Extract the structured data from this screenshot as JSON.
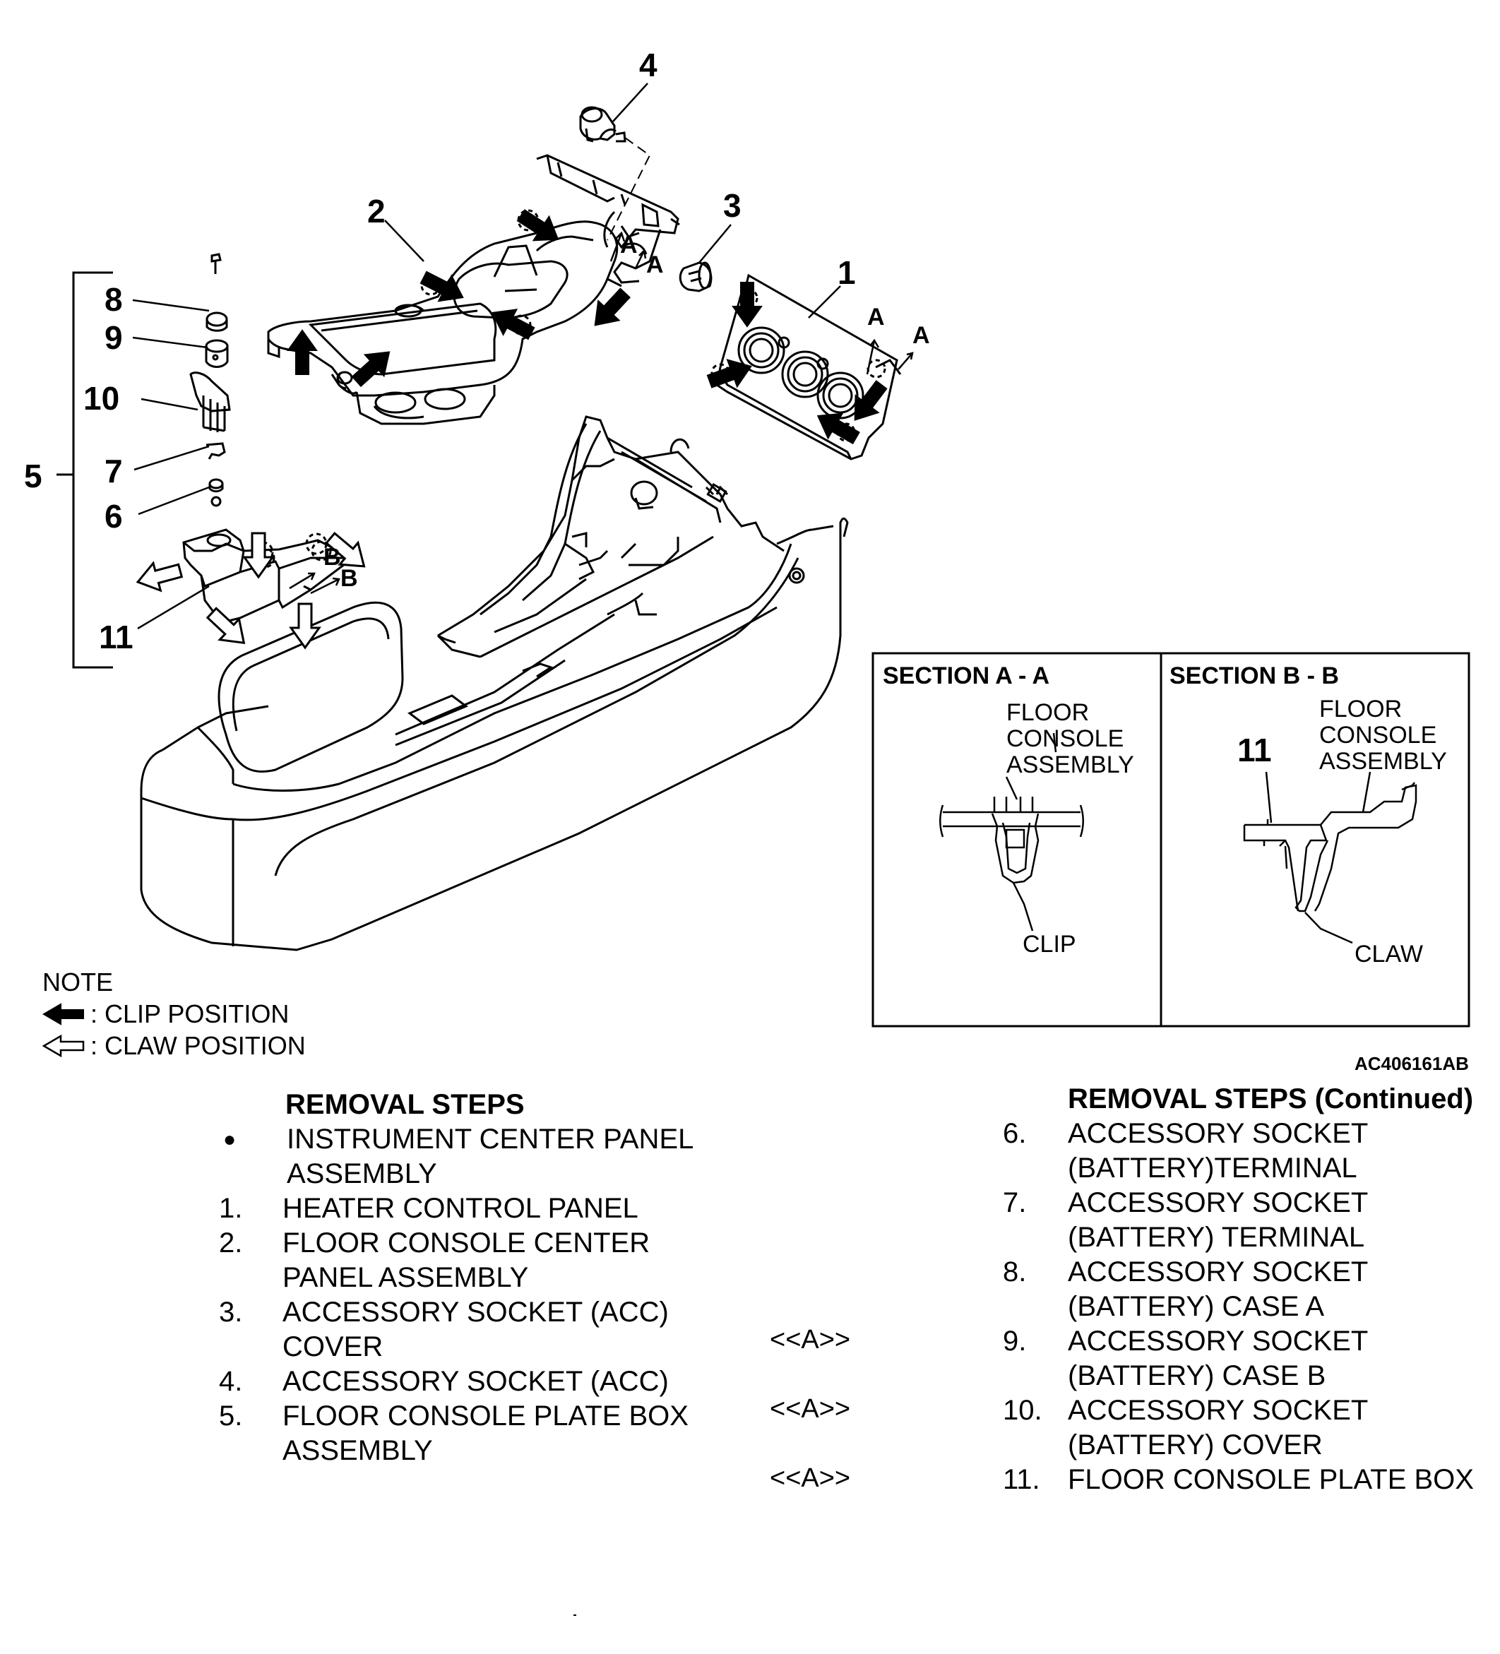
{
  "callouts": {
    "c1": "1",
    "c2": "2",
    "c3": "3",
    "c4": "4",
    "c5": "5",
    "c6": "6",
    "c7": "7",
    "c8": "8",
    "c9": "9",
    "c10": "10",
    "c11": "11"
  },
  "view_labels": {
    "a": "A",
    "b": "B"
  },
  "section_a": {
    "title": "SECTION A - A",
    "label_assembly": [
      "FLOOR",
      "CONSOLE",
      "ASSEMBLY"
    ],
    "label_clip": "CLIP"
  },
  "section_b": {
    "title": "SECTION B - B",
    "label_part": "11",
    "label_assembly": [
      "FLOOR",
      "CONSOLE",
      "ASSEMBLY"
    ],
    "label_claw": "CLAW"
  },
  "figure_code": "AC406161AB",
  "note": {
    "title": "NOTE",
    "clip": ": CLIP POSITION",
    "claw": ": CLAW POSITION"
  },
  "steps_left": {
    "title": "REMOVAL STEPS",
    "items": [
      {
        "num": "●",
        "lines": [
          "INSTRUMENT CENTER PANEL",
          "ASSEMBLY"
        ]
      },
      {
        "num": "1.",
        "lines": [
          "HEATER CONTROL PANEL"
        ]
      },
      {
        "num": "2.",
        "lines": [
          "FLOOR CONSOLE CENTER",
          "PANEL ASSEMBLY"
        ]
      },
      {
        "num": "3.",
        "lines": [
          "ACCESSORY SOCKET (ACC)",
          "COVER"
        ]
      },
      {
        "num": "4.",
        "lines": [
          "ACCESSORY SOCKET (ACC)"
        ]
      },
      {
        "num": "5.",
        "lines": [
          "FLOOR CONSOLE PLATE BOX",
          "ASSEMBLY"
        ]
      }
    ]
  },
  "steps_right": {
    "title": "REMOVAL STEPS (Continued)",
    "items": [
      {
        "num": "6.",
        "lines": [
          "ACCESSORY SOCKET",
          "(BATTERY)TERMINAL"
        ]
      },
      {
        "num": "7.",
        "lines": [
          "ACCESSORY SOCKET",
          "(BATTERY) TERMINAL"
        ]
      },
      {
        "num": "8.",
        "lines": [
          "ACCESSORY SOCKET",
          "(BATTERY) CASE A"
        ]
      },
      {
        "num": "9.",
        "lines": [
          "ACCESSORY SOCKET",
          "(BATTERY) CASE B"
        ]
      },
      {
        "num": "10.",
        "lines": [
          "ACCESSORY SOCKET",
          "(BATTERY) COVER"
        ]
      },
      {
        "num": "11.",
        "lines": [
          "FLOOR CONSOLE PLATE BOX"
        ]
      }
    ]
  },
  "service_refs": {
    "r9": "<<A>>",
    "r10": "<<A>>",
    "r11": "<<A>>"
  }
}
